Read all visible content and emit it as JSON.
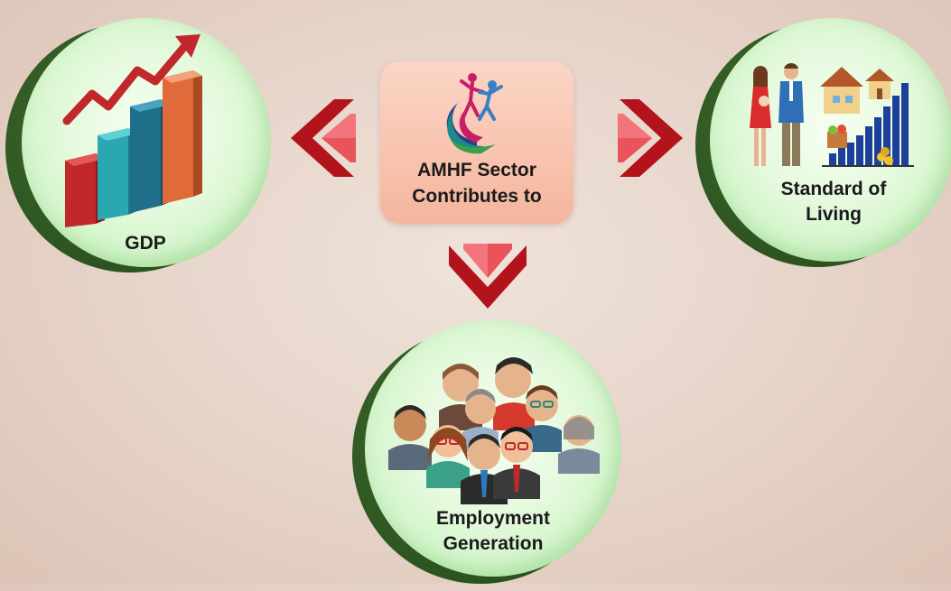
{
  "center": {
    "title": "AMHF Sector\nContributes to"
  },
  "nodes": {
    "gdp": {
      "label": "GDP"
    },
    "living": {
      "label": "Standard of\nLiving"
    },
    "employment": {
      "label": "Employment\nGeneration"
    }
  },
  "colors": {
    "arrow_dark": "#b3141c",
    "arrow_light": "#f3747a",
    "node_face": "#e4f9dc",
    "node_rim": "#2c5320",
    "center_box": "#f8c3ae"
  },
  "icons": {
    "center": "dancing-people-logo-icon",
    "gdp": "bar-chart-growth-icon",
    "living": "family-house-growth-icon",
    "employment": "people-group-icon"
  }
}
